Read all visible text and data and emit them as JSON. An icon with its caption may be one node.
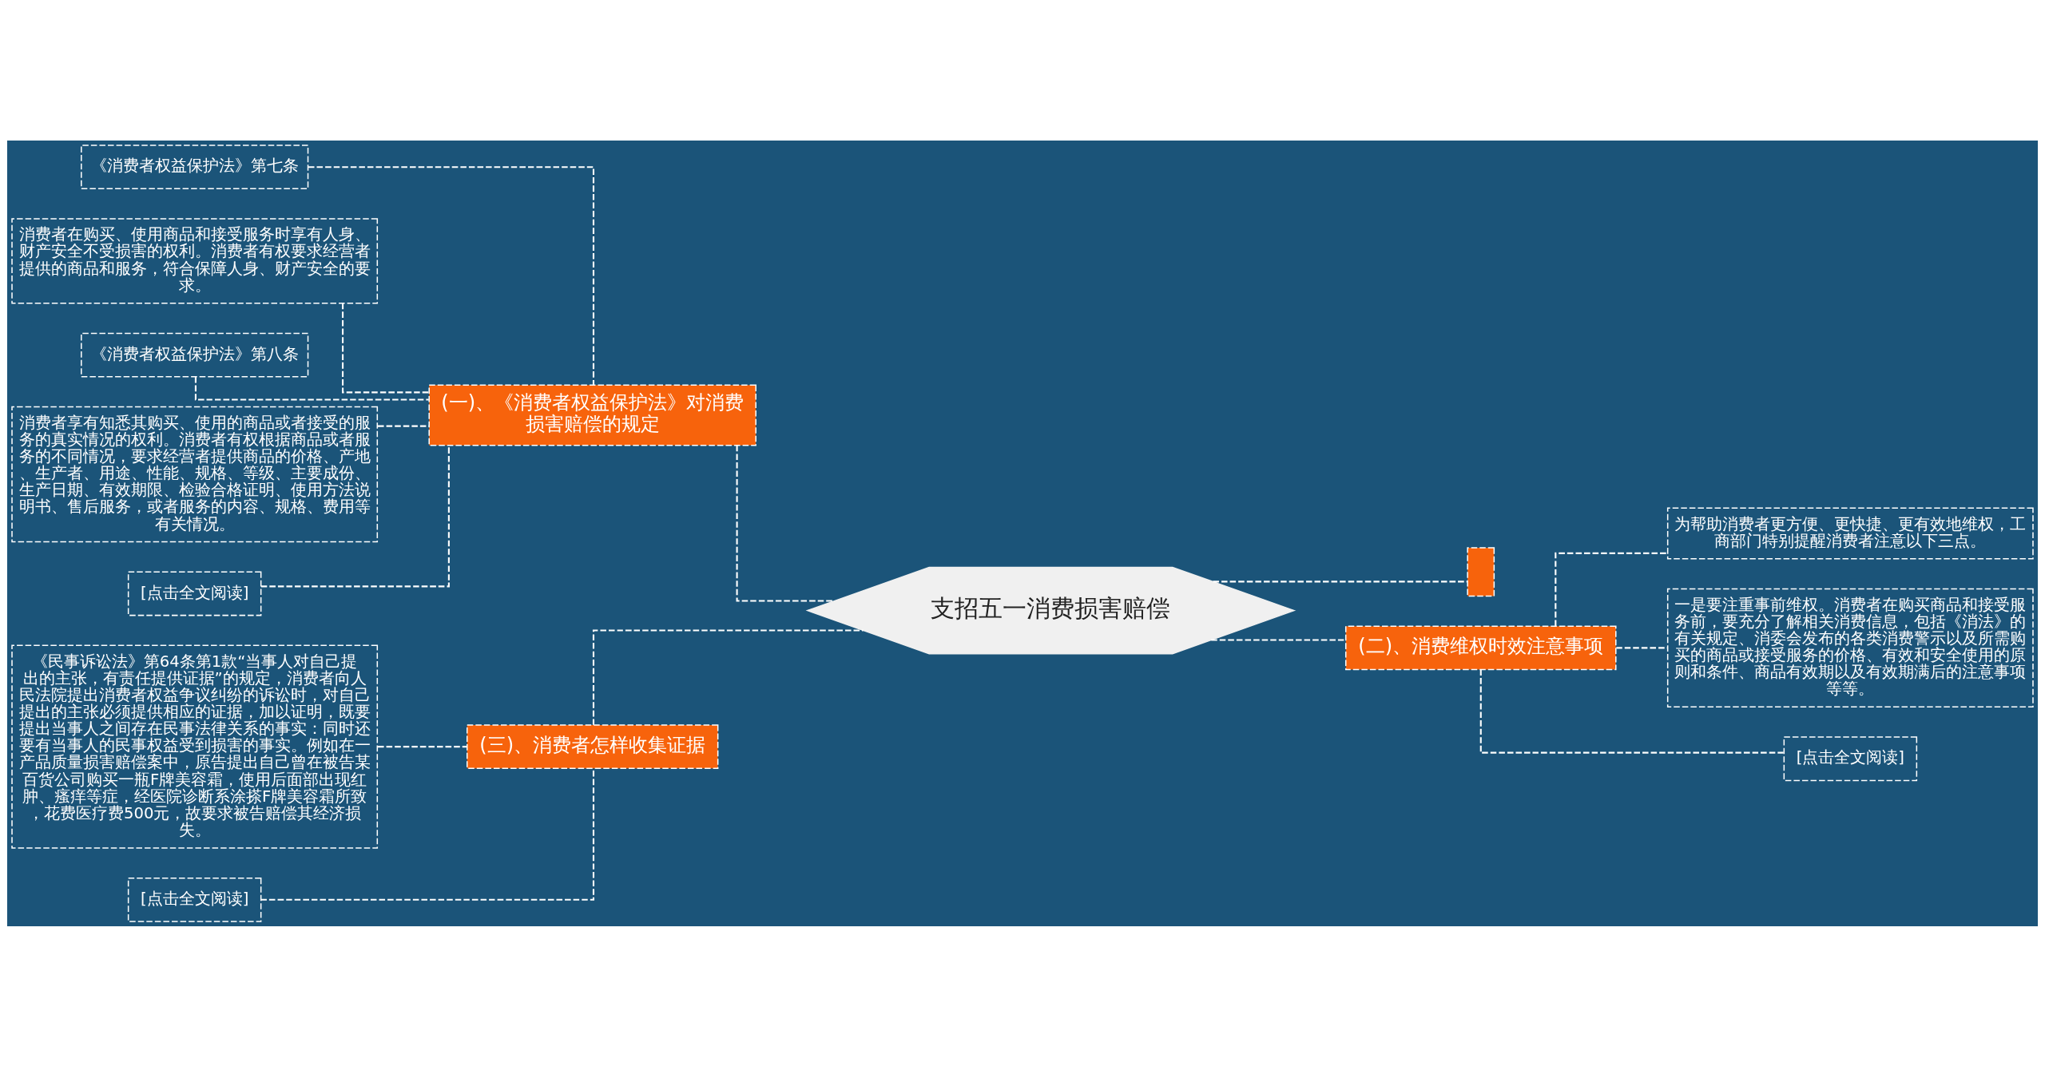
{
  "diagram": {
    "nodes": [
      {
        "text": [
          "支招五一消费损害赔偿"
        ]
      },
      {
        "text": [
          "(一)、《消费者权益保护法》对消费损害赔偿的规定"
        ]
      },
      {
        "text": [
          "《消费者权益保护法》第七条"
        ]
      },
      {
        "text": [
          "消费者在购买、使用商品和接受服务时享有人身、财产安全不受损害的权利。消费者有权要求经营者提供的商品和服务，符合保障人身、财产安全的要求。"
        ]
      },
      {
        "text": [
          "《消费者权益保护法》第八条"
        ]
      },
      {
        "text": [
          "消费者享有知悉其购买、使用的商品或者接受的服务的真实情况的权利。消费者有权根据商品或者服务的不同情况，要求经营者提供商品的价格、产地、生产者、用途、性能、规格、等级、主要成份、生产日期、有效期限、检验合格证明、使用方法说明书、售后服务，或者服务的内容、规格、费用等有关情况。"
        ]
      },
      {
        "text": [
          "[点击全文阅读]"
        ]
      },
      {
        "text": [],
        "shape": "box"
      },
      {
        "text": [
          "(二)、消费维权时效注意事项"
        ]
      },
      {
        "text": [
          "为帮助消费者更方便、更快捷、更有效地维权，工商部门特别提醒消费者注意以下三点。"
        ]
      },
      {
        "text": [
          "一是要注重事前维权。消费者在购买商品和接受服务前，要充分了解相关消费信息，包括《消法》的有关规定、消委会发布的各类消费警示以及所需购买的商品或接受服务的价格、有效和安全使用的原则和条件、商品有效期以及有效期满后的注意事项等等。"
        ]
      },
      {
        "text": [
          "[点击全文阅读]"
        ]
      },
      {
        "text": [
          "(三)、消费者怎样收集证据"
        ]
      },
      {
        "text": [
          "《民事诉讼法》第64条第1款“当事人对自己提出的主张，有责任提供证据”的规定，消费者向人民法院提出消费者权益争议纠纷的诉讼时，对自己提出的主张必须提供相应的证据，加以证明，既要提出当事人之间存在民事法律关系的事实：同时还要有当事人的民事权益受到损害的事实。例如在一产品质量损害赔偿案中，原告提出自己曾在被告某百货公司购买一瓶F牌美容霜，使用后面部出现红肿、瘙痒等症，经医院诊断系涂搽F牌美容霜所致，花费医疗费500元，故要求被告赔偿其经济损失。"
        ]
      },
      {
        "text": [
          "[点击全文阅读]"
        ]
      }
    ],
    "edges": [
      {
        "from": 0,
        "to": 1,
        "arrow": "none",
        "style": "dashed"
      },
      {
        "from": 1,
        "to": 2,
        "arrow": "none",
        "style": "dashed"
      },
      {
        "from": 1,
        "to": 3,
        "arrow": "none",
        "style": "dashed"
      },
      {
        "from": 1,
        "to": 4,
        "arrow": "none",
        "style": "dashed"
      },
      {
        "from": 1,
        "to": 5,
        "arrow": "none",
        "style": "dashed"
      },
      {
        "from": 1,
        "to": 6,
        "arrow": "none",
        "style": "dashed"
      },
      {
        "from": 0,
        "to": 7,
        "arrow": "none",
        "style": "dashed"
      },
      {
        "from": 0,
        "to": 8,
        "arrow": "none",
        "style": "dashed"
      },
      {
        "from": 8,
        "to": 9,
        "arrow": "none",
        "style": "dashed"
      },
      {
        "from": 8,
        "to": 10,
        "arrow": "none",
        "style": "dashed"
      },
      {
        "from": 8,
        "to": 11,
        "arrow": "none",
        "style": "dashed"
      },
      {
        "from": 0,
        "to": 12,
        "arrow": "none",
        "style": "dashed"
      },
      {
        "from": 12,
        "to": 13,
        "arrow": "none",
        "style": "dashed"
      },
      {
        "from": 12,
        "to": 14,
        "arrow": "none",
        "style": "dashed"
      }
    ]
  }
}
